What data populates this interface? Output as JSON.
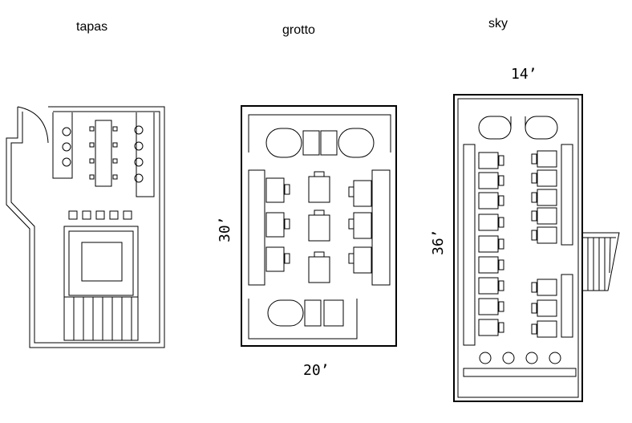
{
  "rooms": {
    "tapas": {
      "label": "tapas"
    },
    "grotto": {
      "label": "grotto",
      "width": "20’",
      "length": "30’"
    },
    "sky": {
      "label": "sky",
      "width": "14’",
      "length": "36’"
    }
  }
}
